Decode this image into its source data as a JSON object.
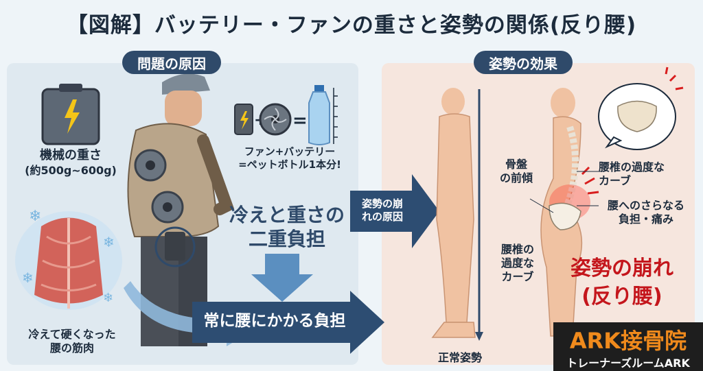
{
  "title": "【図解】バッテリー・ファンの重さと姿勢の関係(反り腰)",
  "left_panel": {
    "tag": "問題の原因",
    "weight_label_1": "機械の重さ",
    "weight_label_2": "(約500g~600g)",
    "equation_line_1": "ファン+バッテリー",
    "equation_line_2": "=ペットボトル1本分!",
    "burden_line_1": "冷えと重さの",
    "burden_line_2": "二重負担",
    "muscle_line_1": "冷えて硬くなった",
    "muscle_line_2": "腰の筋肉",
    "bottom_arrow": "常に腰にかかる負担",
    "cause_line_1": "姿勢の崩",
    "cause_line_2": "れの原因"
  },
  "right_panel": {
    "tag": "姿勢の効果",
    "normal_posture": "正常姿勢",
    "pelvis_line_1": "骨盤",
    "pelvis_line_2": "の前傾",
    "lumbar_left_1": "腰椎の",
    "lumbar_left_2": "過度な",
    "lumbar_left_3": "カーブ",
    "lumbar_right_1": "腰椎の過度な",
    "lumbar_right_2": "カーブ",
    "pain_line_1": "腰へのさらなる",
    "pain_line_2": "負担・痛み",
    "collapse_1": "姿勢の崩れ",
    "collapse_2": "(反り腰)"
  },
  "brand": {
    "name": "ARK接骨院",
    "sub": "トレーナーズルームARK"
  },
  "colors": {
    "navy": "#2f4a6a",
    "arrow_blue": "#2d4d72",
    "light_arrow": "#5b8fc0",
    "red": "#c4161c",
    "orange": "#f08a1c"
  }
}
